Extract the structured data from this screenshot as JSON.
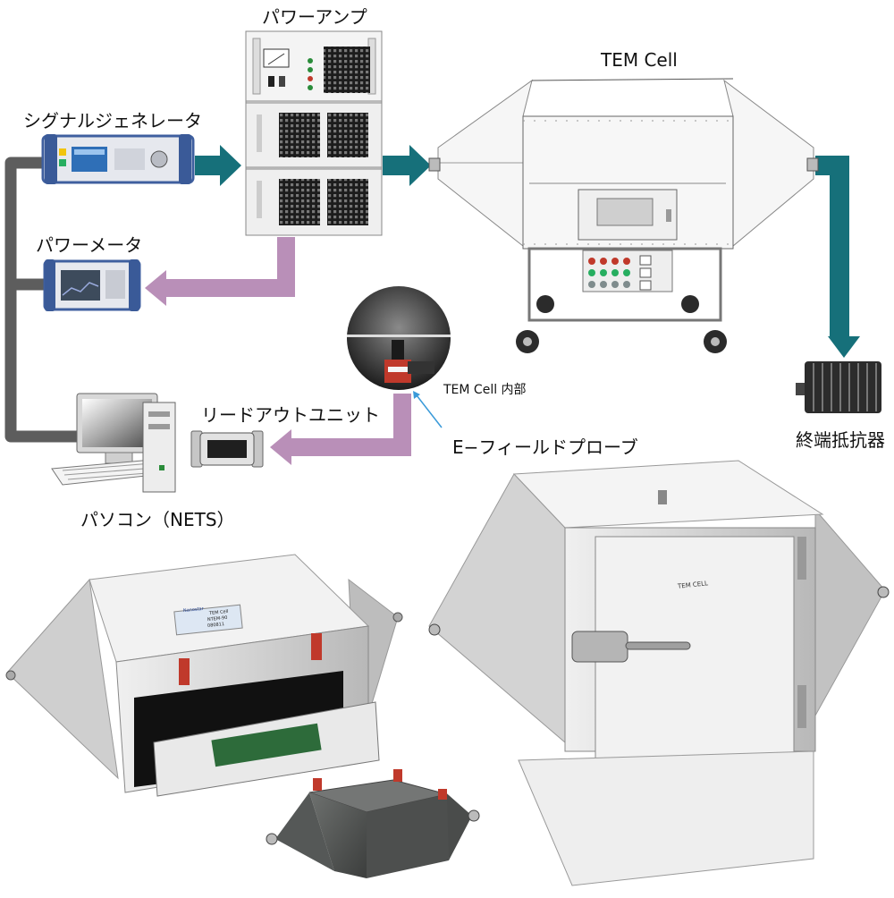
{
  "labels": {
    "power_amp": "パワーアンプ",
    "tem_cell": "TEM Cell",
    "signal_generator": "シグナルジェネレータ",
    "power_meter": "パワーメータ",
    "readout_unit": "リードアウトユニット",
    "pc": "パソコン（NETS）",
    "tem_cell_inside": "TEM Cell 内部",
    "e_field_probe": "E−フィールドプローブ",
    "terminator": "終端抵抗器"
  },
  "photo_text": {
    "tem_cell_door": "TEM CELL",
    "small_cell_brand": "Nanostar",
    "small_cell_model": "TEM Cell",
    "small_cell_id": "NTEM-90",
    "small_cell_serial": "080811"
  },
  "colors": {
    "arrow_teal": "#16707a",
    "arrow_purple": "#b98fb8",
    "cable_gray": "#5d5d5d"
  }
}
